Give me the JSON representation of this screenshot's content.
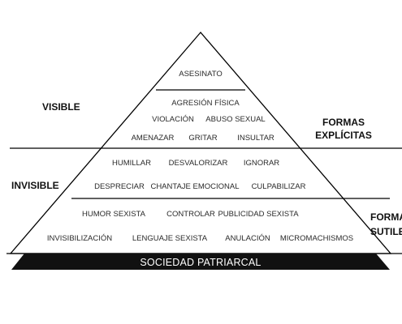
{
  "colors": {
    "stroke": "#000000",
    "base_fill": "#111111",
    "base_text": "#ffffff",
    "label_text": "#2a2a2a"
  },
  "side_labels": {
    "visible": "VISIBLE",
    "invisible": "INVISIBLE",
    "explicit_line1": "FORMAS",
    "explicit_line2": "EXPLÍCITAS",
    "subtle_line1": "FORMA",
    "subtle_line2": "SUTILE"
  },
  "pyramid": {
    "top": {
      "asesinato": "ASESINATO"
    },
    "explicit": {
      "agresion_fisica": "AGRESIÓN FÍSICA",
      "violacion": "VIOLACIÓN",
      "abuso_sexual": "ABUSO SEXUAL",
      "amenazar": "AMENAZAR",
      "gritar": "GRITAR",
      "insultar": "INSULTAR"
    },
    "invisible": {
      "humillar": "HUMILLAR",
      "desvalorizar": "DESVALORIZAR",
      "ignorar": "IGNORAR",
      "despreciar": "DESPRECIAR",
      "chantaje_emocional": "CHANTAJE EMOCIONAL",
      "culpabilizar": "CULPABILIZAR"
    },
    "subtle": {
      "humor_sexista": "HUMOR SEXISTA",
      "controlar": "CONTROLAR",
      "publicidad_sexista": "PUBLICIDAD SEXISTA",
      "invisibilizacion": "INVISIBILIZACIÓN",
      "lenguaje_sexista": "LENGUAJE SEXISTA",
      "anulacion": "ANULACIÓN",
      "micromachismos": "MICROMACHISMOS"
    },
    "base": "SOCIEDAD PATRIARCAL"
  }
}
